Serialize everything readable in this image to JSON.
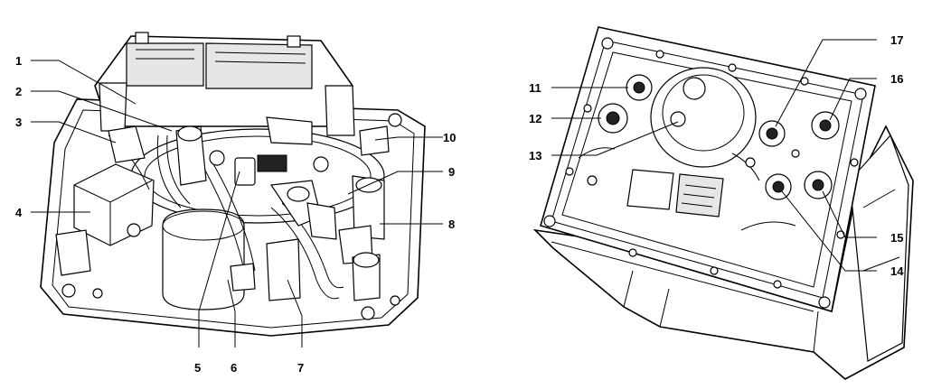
{
  "left_view": {
    "callouts": [
      "1",
      "2",
      "3",
      "4",
      "5",
      "6",
      "7",
      "8",
      "9",
      "10"
    ]
  },
  "right_view": {
    "callouts": [
      "11",
      "12",
      "13",
      "14",
      "15",
      "16",
      "17"
    ]
  }
}
